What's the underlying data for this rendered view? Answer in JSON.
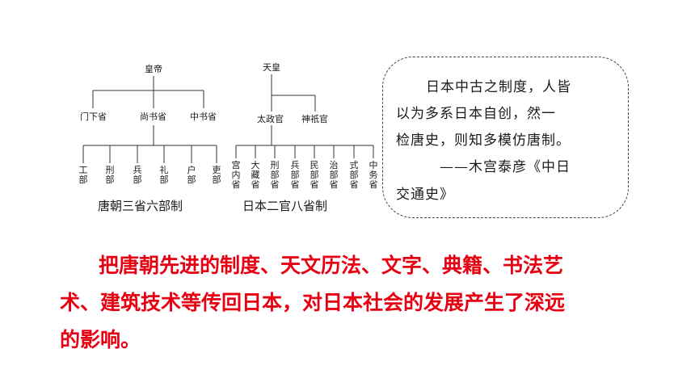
{
  "tang": {
    "emperor": "皇帝",
    "provinces": [
      "门下省",
      "尚书省",
      "中书省"
    ],
    "ministries": [
      "工部",
      "刑部",
      "兵部",
      "礼部",
      "户部",
      "吏部"
    ],
    "caption": "唐朝三省六部制"
  },
  "japan": {
    "emperor": "天皇",
    "offices": [
      "太政官",
      "神祇官"
    ],
    "ministries": [
      "宫内省",
      "大藏省",
      "刑部省",
      "兵部省",
      "民部省",
      "治部省",
      "式部省",
      "中务省"
    ],
    "caption": "日本二官八省制"
  },
  "quote": {
    "lines": [
      "日本中古之制度，人皆",
      "以为多系日本自创，然一",
      "检唐史，则知多模仿唐制。",
      "——木宫泰彦《中日",
      "交通史》"
    ]
  },
  "summary": {
    "lines": [
      "把唐朝先进的制度、天文历法、文字、典籍、书法艺",
      "术、建筑技术等传回日本，对日本社会的发展产生了深远",
      "的影响。"
    ]
  }
}
